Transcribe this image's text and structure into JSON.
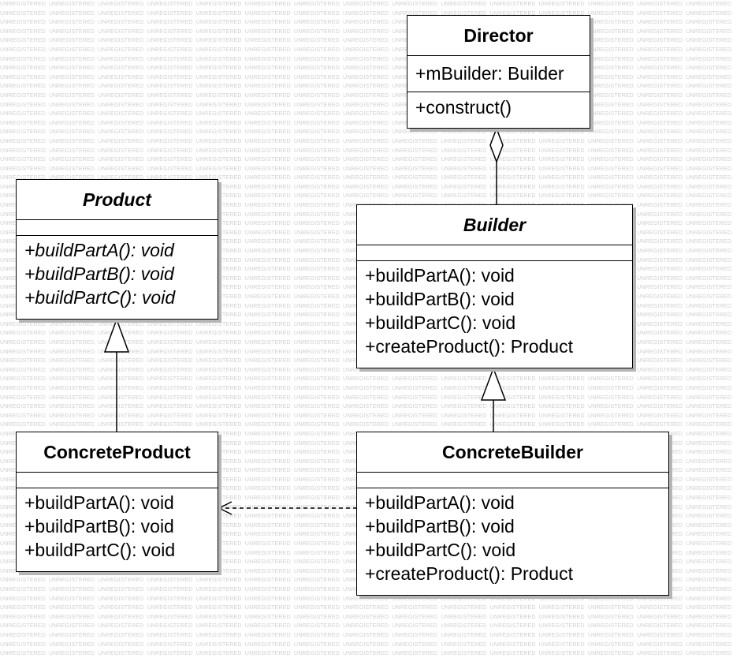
{
  "watermark": "UNREGISTERED",
  "colors": {
    "stroke": "#000000",
    "shadow": "#b5b5b5",
    "watermark": "#cfcfcf"
  },
  "classes": {
    "director": {
      "name": "Director",
      "abstract": false,
      "attributes": [
        "+mBuilder: Builder"
      ],
      "operations": [
        "+construct()"
      ]
    },
    "product": {
      "name": "Product",
      "abstract": true,
      "attributes": [],
      "operations": [
        "+buildPartA(): void",
        "+buildPartB(): void",
        "+buildPartC(): void"
      ]
    },
    "builder": {
      "name": "Builder",
      "abstract": true,
      "attributes": [],
      "operations": [
        "+buildPartA(): void",
        "+buildPartB(): void",
        "+buildPartC(): void",
        "+createProduct(): Product"
      ]
    },
    "concrete_product": {
      "name": "ConcreteProduct",
      "abstract": false,
      "attributes": [],
      "operations": [
        "+buildPartA(): void",
        "+buildPartB(): void",
        "+buildPartC(): void"
      ]
    },
    "concrete_builder": {
      "name": "ConcreteBuilder",
      "abstract": false,
      "attributes": [],
      "operations": [
        "+buildPartA(): void",
        "+buildPartB(): void",
        "+buildPartC(): void",
        "+createProduct(): Product"
      ]
    }
  },
  "relationships": [
    {
      "type": "aggregation",
      "from": "Director",
      "to": "Builder"
    },
    {
      "type": "generalization",
      "from": "ConcreteProduct",
      "to": "Product"
    },
    {
      "type": "generalization",
      "from": "ConcreteBuilder",
      "to": "Builder"
    },
    {
      "type": "dependency",
      "from": "ConcreteBuilder",
      "to": "ConcreteProduct"
    }
  ]
}
